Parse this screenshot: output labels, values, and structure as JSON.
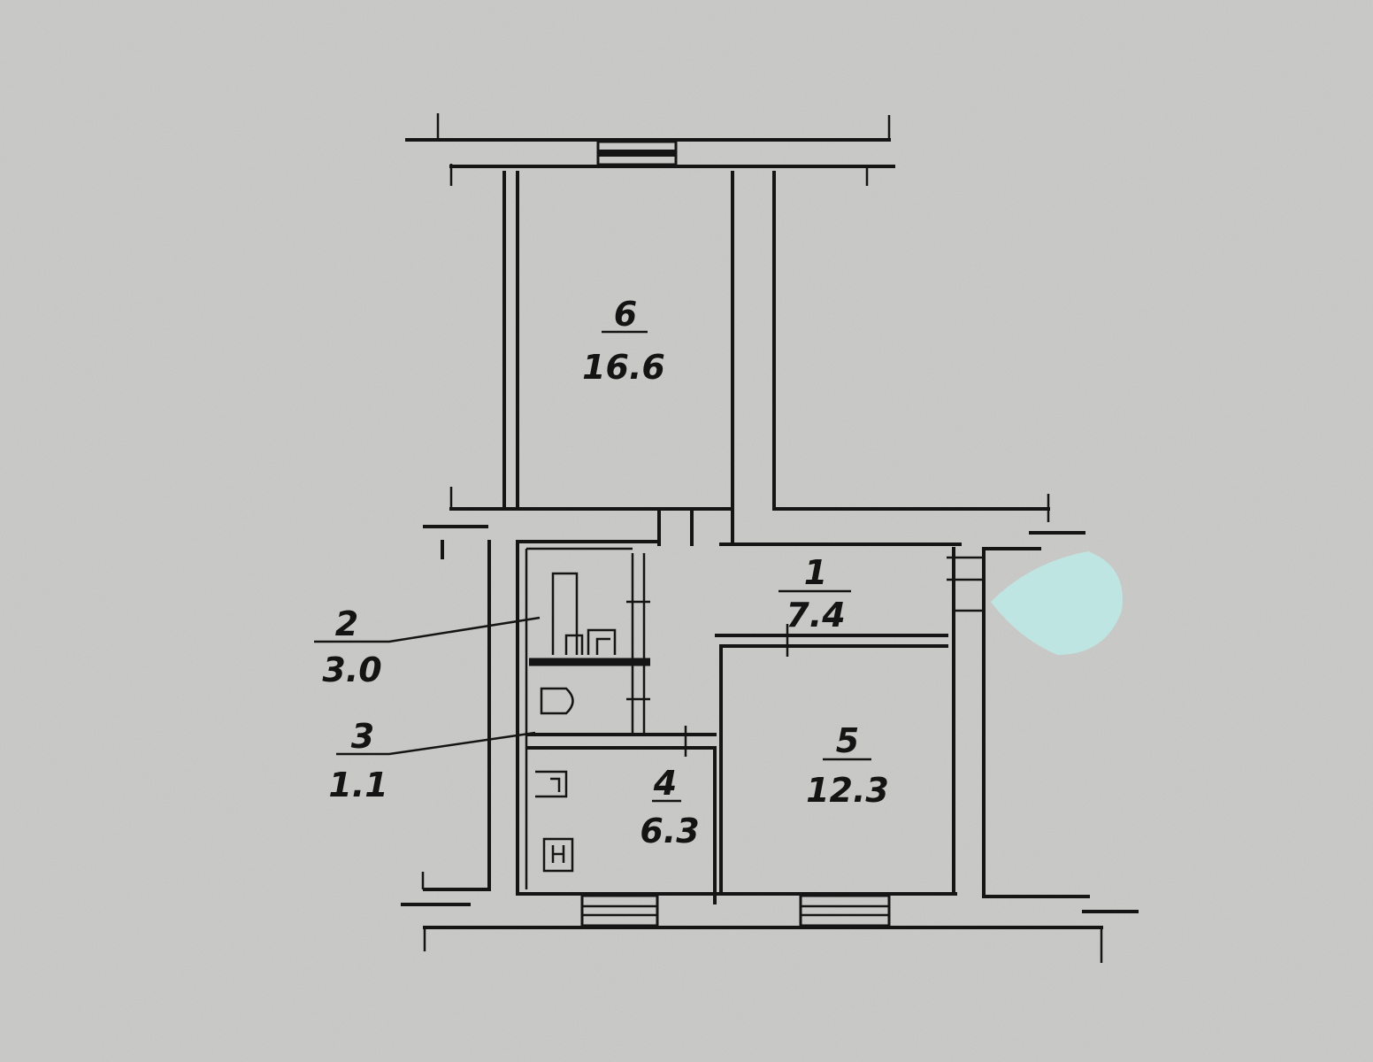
{
  "plan": {
    "rooms": [
      {
        "number": "1",
        "area": "7.4"
      },
      {
        "number": "2",
        "area": "3.0"
      },
      {
        "number": "3",
        "area": "1.1"
      },
      {
        "number": "4",
        "area": "6.3"
      },
      {
        "number": "5",
        "area": "12.3"
      },
      {
        "number": "6",
        "area": "16.6"
      }
    ],
    "colors": {
      "paper": "#c9c9c7",
      "ink": "#151515",
      "marker": "#bfe5e3"
    }
  }
}
